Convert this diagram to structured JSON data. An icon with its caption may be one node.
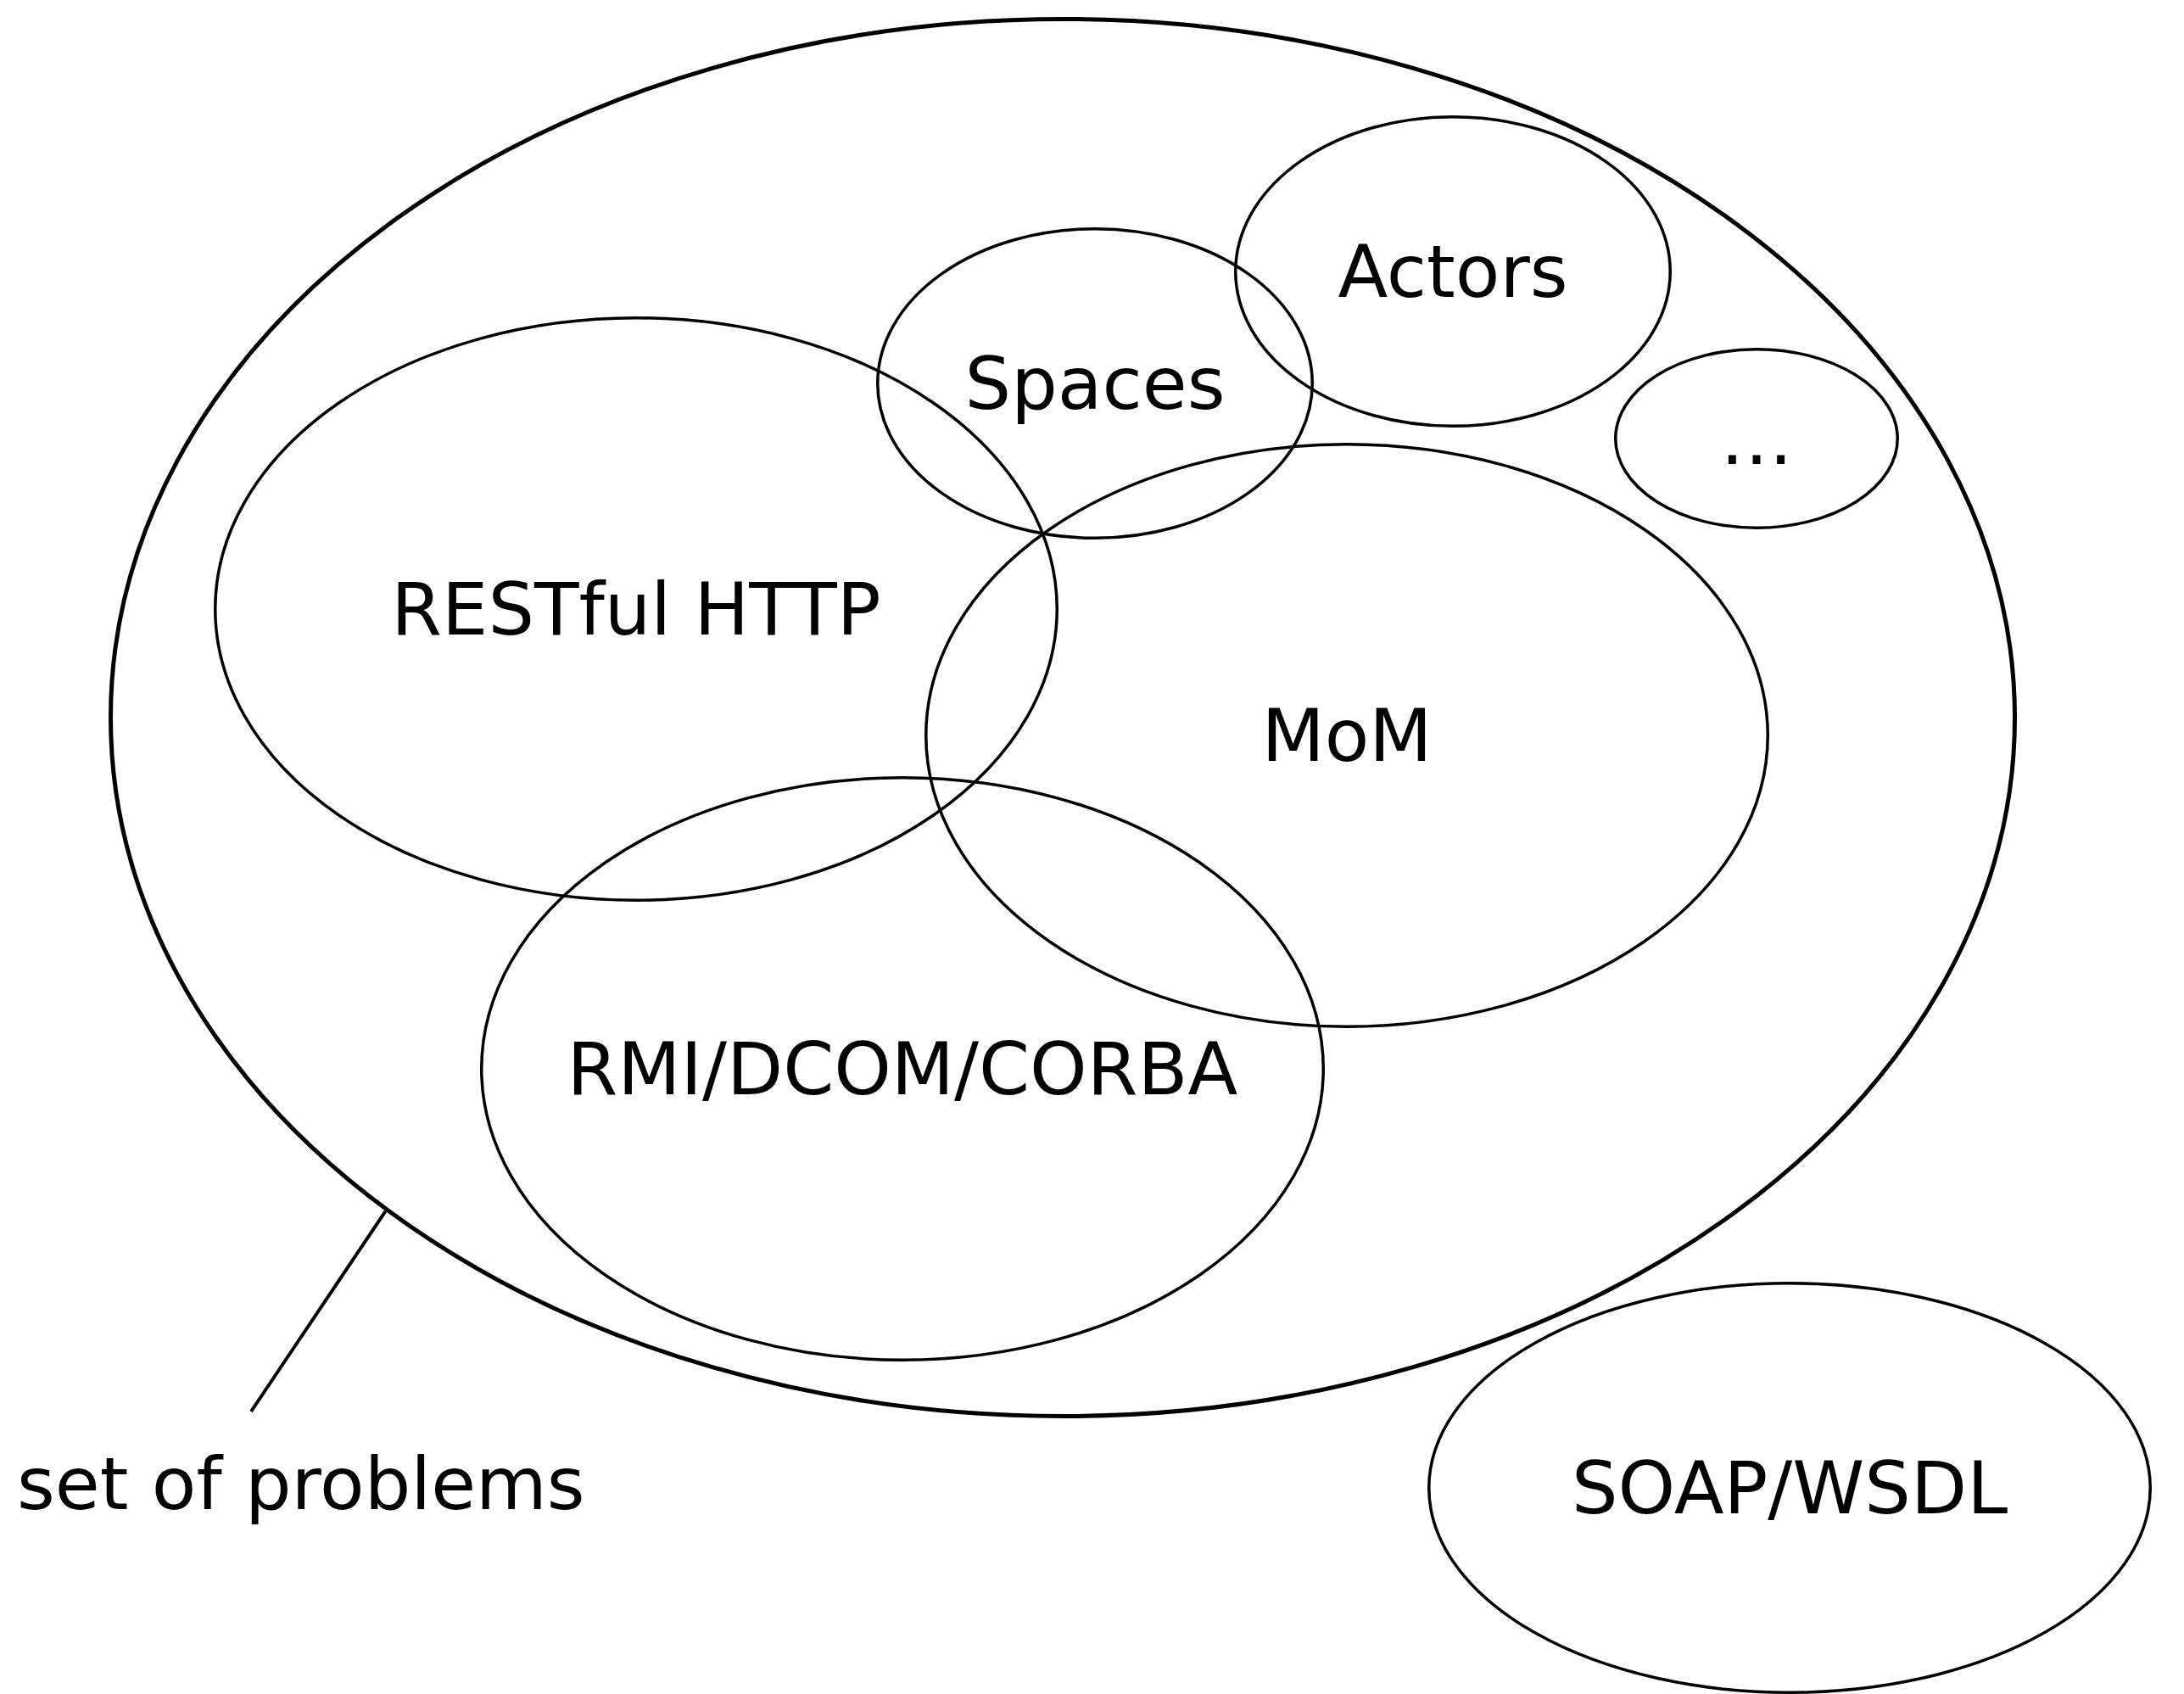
{
  "diagram": {
    "nodes": [
      {
        "text": [],
        "shape": "ellipse"
      },
      {
        "text": [
          "Actors"
        ],
        "in": 0
      },
      {
        "text": [
          "Spaces"
        ],
        "in": 0
      },
      {
        "text": [
          "RESTful HTTP"
        ],
        "in": 0
      },
      {
        "text": [
          "…"
        ],
        "in": 0
      },
      {
        "text": [
          "MoM"
        ],
        "in": 0
      },
      {
        "text": [
          "RMI/DCOM/CORBA"
        ],
        "in": 0
      },
      {
        "text": [
          "SOAP/WSDL"
        ]
      },
      {
        "text": [
          "set of problems"
        ]
      }
    ],
    "edges": [
      {
        "from": 8,
        "to": 0,
        "arrow": "none"
      }
    ]
  }
}
